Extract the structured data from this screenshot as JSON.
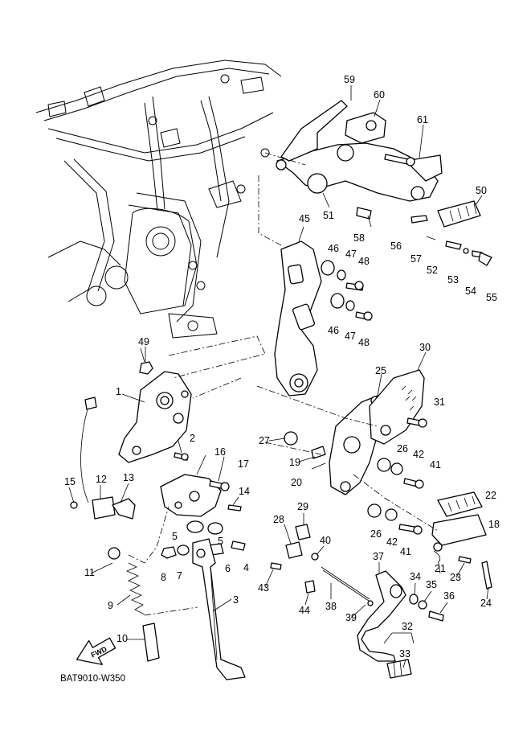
{
  "diagram_code": "BAT9010-W350",
  "fwd_label": "FWD",
  "callouts": {
    "c1": "1",
    "c2": "2",
    "c3": "3",
    "c4": "4",
    "c5a": "5",
    "c5b": "5",
    "c6": "6",
    "c7": "7",
    "c8": "8",
    "c9": "9",
    "c10": "10",
    "c11": "11",
    "c12": "12",
    "c13": "13",
    "c14": "14",
    "c15": "15",
    "c16": "16",
    "c17": "17",
    "c18": "18",
    "c19": "19",
    "c20": "20",
    "c21": "21",
    "c22": "22",
    "c23": "23",
    "c24": "24",
    "c25": "25",
    "c26a": "26",
    "c26b": "26",
    "c27": "27",
    "c28": "28",
    "c29": "29",
    "c30": "30",
    "c31": "31",
    "c32": "32",
    "c33": "33",
    "c34": "34",
    "c35": "35",
    "c36": "36",
    "c37": "37",
    "c38": "38",
    "c39": "39",
    "c40": "40",
    "c41a": "41",
    "c41b": "41",
    "c42a": "42",
    "c42b": "42",
    "c43": "43",
    "c44": "44",
    "c45": "45",
    "c46a": "46",
    "c46b": "46",
    "c47a": "47",
    "c47b": "47",
    "c48a": "48",
    "c48b": "48",
    "c49": "49",
    "c50": "50",
    "c51": "51",
    "c52": "52",
    "c53": "53",
    "c54": "54",
    "c55": "55",
    "c56": "56",
    "c57": "57",
    "c58": "58",
    "c59": "59",
    "c60": "60",
    "c61": "61"
  }
}
